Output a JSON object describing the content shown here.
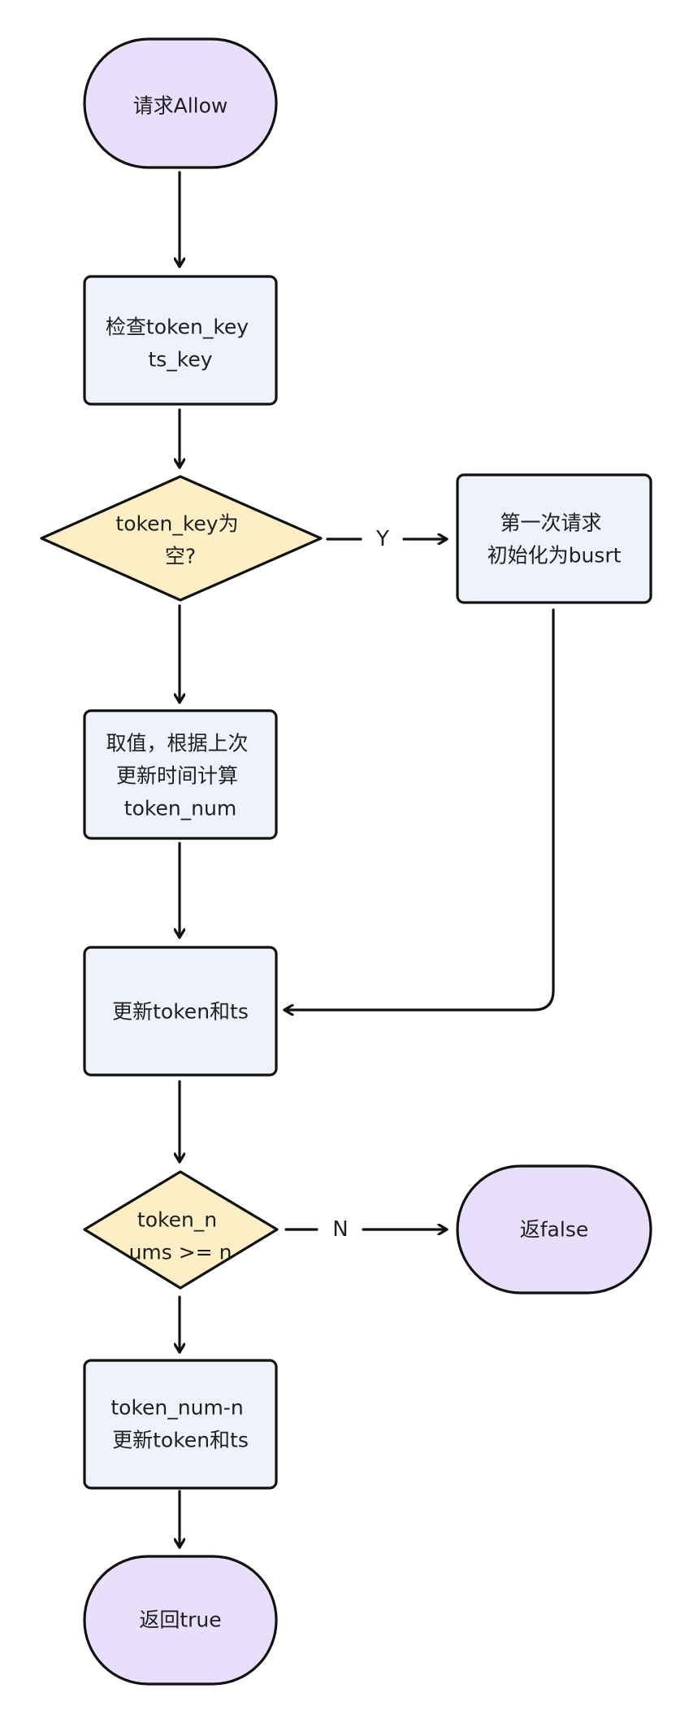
{
  "colors": {
    "terminal_fill": "#e8e0fb",
    "process_fill": "#eef2fb",
    "decision_fill": "#fdefc5",
    "stroke": "#111111",
    "background": "#ffffff"
  },
  "nodes": {
    "start": {
      "shape": "terminal",
      "lines": [
        "请求Allow"
      ]
    },
    "check_keys": {
      "shape": "process",
      "lines": [
        "检查token_key",
        "ts_key"
      ]
    },
    "token_key_empty": {
      "shape": "decision",
      "lines": [
        "token_key为",
        "空?"
      ]
    },
    "first_request": {
      "shape": "process",
      "lines": [
        "第一次请求",
        "初始化为busrt"
      ]
    },
    "compute": {
      "shape": "process",
      "lines": [
        "取值，根据上次",
        "更新时间计算",
        "token_num"
      ]
    },
    "update_1": {
      "shape": "process",
      "lines": [
        "更新token和ts"
      ]
    },
    "tokens_enough": {
      "shape": "decision",
      "lines": [
        "token_n",
        "ums >= n"
      ]
    },
    "return_false": {
      "shape": "terminal",
      "lines": [
        "返false"
      ]
    },
    "consume": {
      "shape": "process",
      "lines": [
        "token_num-n",
        "更新token和ts"
      ]
    },
    "return_true": {
      "shape": "terminal",
      "lines": [
        "返回true"
      ]
    }
  },
  "edges": {
    "yes_label": "Y",
    "no_label": "N"
  }
}
